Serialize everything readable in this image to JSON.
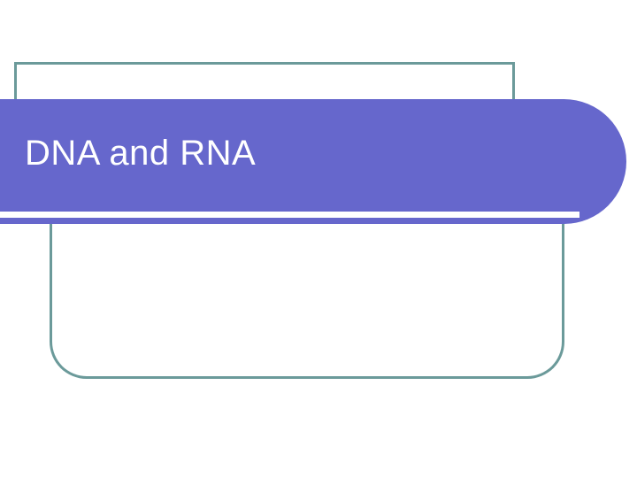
{
  "slide": {
    "title": "DNA and RNA",
    "body_text": "",
    "colors": {
      "title_band": "#6667cc",
      "frame_outline": "#6b9a9a",
      "title_text": "#ffffff",
      "background": "#ffffff",
      "rule": "#ffffff"
    },
    "layout": {
      "type": "title-slide",
      "title_placeholder": "Click to add title",
      "body_placeholder": "Click to add subtitle"
    }
  }
}
